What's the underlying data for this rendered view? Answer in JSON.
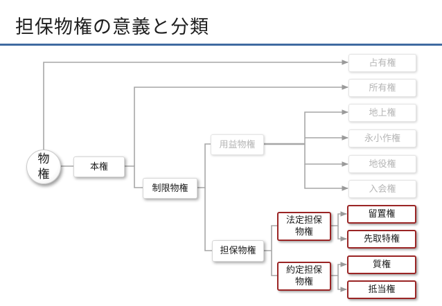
{
  "title": "担保物権の意義と分類",
  "nodes": {
    "root": "物\n権",
    "honken": "本権",
    "seigen": "制限物権",
    "yoeki": "用益物権",
    "tanpo": "担保物権",
    "hotei": "法定担保\n物権",
    "yakutei": "約定担保\n物権",
    "senyu": "占有権",
    "shoyu": "所有権",
    "chijo": "地上権",
    "eikosaku": "永小作権",
    "chieki": "地役権",
    "iriai": "入会権",
    "ryuchi": "留置権",
    "sakidori": "先取特権",
    "shichi": "質権",
    "teito": "抵当権"
  },
  "colors": {
    "title_rule": "#3f6aa0",
    "highlight_border": "#9a2424",
    "faded_text": "#b5b5b5",
    "connector": "#999999"
  }
}
